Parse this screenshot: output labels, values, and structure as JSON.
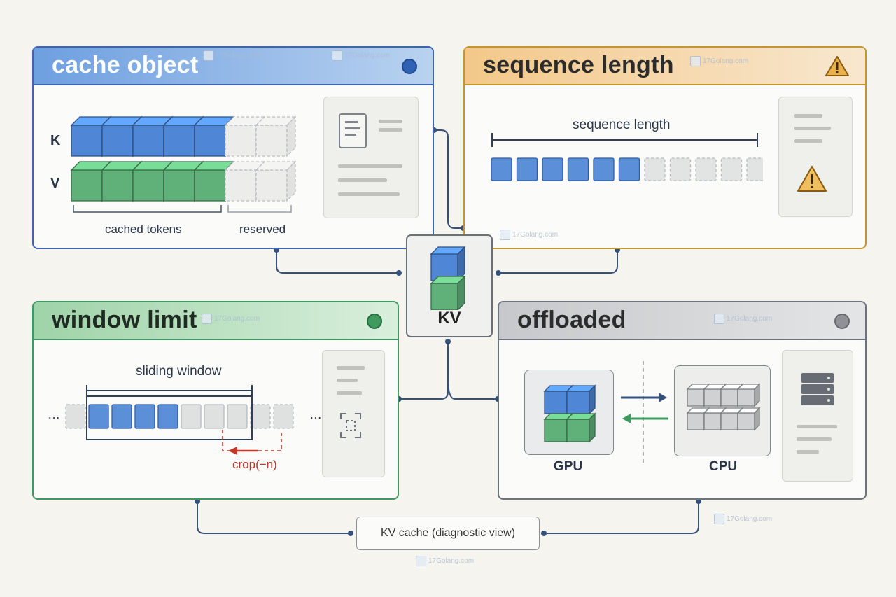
{
  "panels": {
    "cache": {
      "title": "cache object",
      "row_k": "K",
      "row_v": "V",
      "cached_label": "cached tokens",
      "reserved_label": "reserved",
      "colors": {
        "k": "#4f86d6",
        "v": "#5fb179"
      }
    },
    "sequence": {
      "title": "sequence length",
      "ruler_label": "sequence length",
      "filled_tokens": 6,
      "total_tokens": 11,
      "colors": {
        "filled": "#5b8fd8",
        "empty": "#e2e3e3"
      }
    },
    "window": {
      "title": "window limit",
      "window_label": "sliding window",
      "crop_label": "crop(−n)",
      "ellipsis_left": "…",
      "ellipsis_right": "…",
      "colors": {
        "blue": "#5b8fd8",
        "grey": "#dfe0e0",
        "crop": "#c0392b"
      }
    },
    "offloaded": {
      "title": "offloaded",
      "gpu_label": "GPU",
      "cpu_label": "CPU"
    }
  },
  "hub": {
    "label": "KV"
  },
  "footer": {
    "label": "KV cache (diagnostic view)"
  },
  "watermark": {
    "text": "17Golang.com"
  },
  "icons": [
    "document-icon",
    "warning-icon",
    "crop-frame-icon",
    "server-icon",
    "status-dot-icon"
  ]
}
